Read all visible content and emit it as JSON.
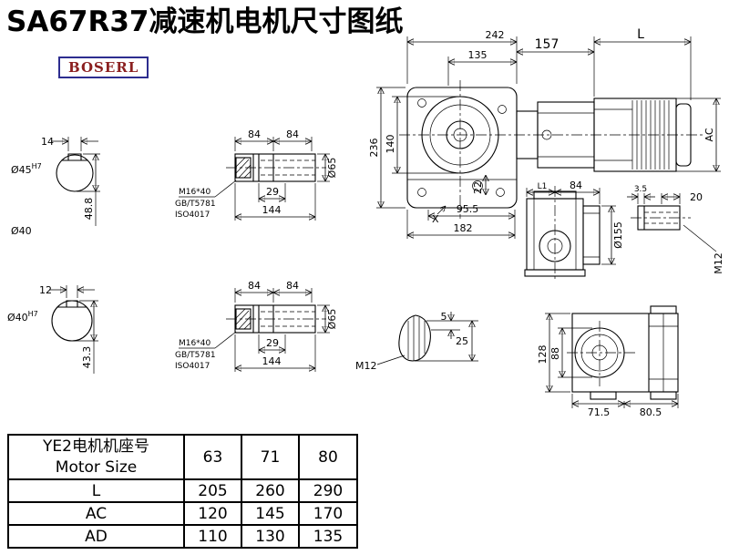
{
  "title": "SA67R37减速机电机尺寸图纸",
  "logo": "BOSERL",
  "colors": {
    "line": "#000000",
    "logo_text": "#8b1f1f",
    "logo_border": "#2d2d8f",
    "background": "#ffffff"
  },
  "dims": {
    "s1_width": "14",
    "s1_bore": "Ø45",
    "s1_tol": "H7",
    "s1_height": "48.8",
    "s1_od": "Ø40",
    "s2_width": "12",
    "s2_bore": "Ø40",
    "s2_tol": "H7",
    "s2_height": "43.3",
    "b1_len1": "84",
    "b1_len2": "84",
    "b1_bolt": "M16*40",
    "b1_std1": "GB/T5781",
    "b1_std2": "ISO4017",
    "b1_step": "29",
    "b1_total": "144",
    "b1_dia": "Ø65",
    "b2_len1": "84",
    "b2_len2": "84",
    "b2_bolt": "M16*40",
    "b2_std1": "GB/T5781",
    "b2_std2": "ISO4017",
    "b2_step": "29",
    "b2_total": "144",
    "b2_dia": "Ø65",
    "f_width": "242",
    "f_inner": "135",
    "f_adapter": "157",
    "f_motor": "L",
    "f_height": "236",
    "f_circle": "140",
    "f_22": "22",
    "f_955": "95.5",
    "f_182": "182",
    "f_x": "X",
    "f_ac": "AC",
    "sv_l1": "L1",
    "sv_84": "84",
    "sv_35": "3.5",
    "sv_20": "20",
    "sv_155": "Ø155",
    "sv_m12": "M12",
    "bv_128": "128",
    "bv_88": "88",
    "bv_715": "71.5",
    "bv_805": "80.5",
    "k_5": "5",
    "k_25": "25",
    "k_m12": "M12"
  },
  "table": {
    "header_line1": "YE2电机机座号",
    "header_line2": "Motor Size",
    "sizes": [
      "63",
      "71",
      "80"
    ],
    "rows": [
      {
        "label": "L",
        "values": [
          "205",
          "260",
          "290"
        ]
      },
      {
        "label": "AC",
        "values": [
          "120",
          "145",
          "170"
        ]
      },
      {
        "label": "AD",
        "values": [
          "110",
          "130",
          "135"
        ]
      }
    ]
  }
}
